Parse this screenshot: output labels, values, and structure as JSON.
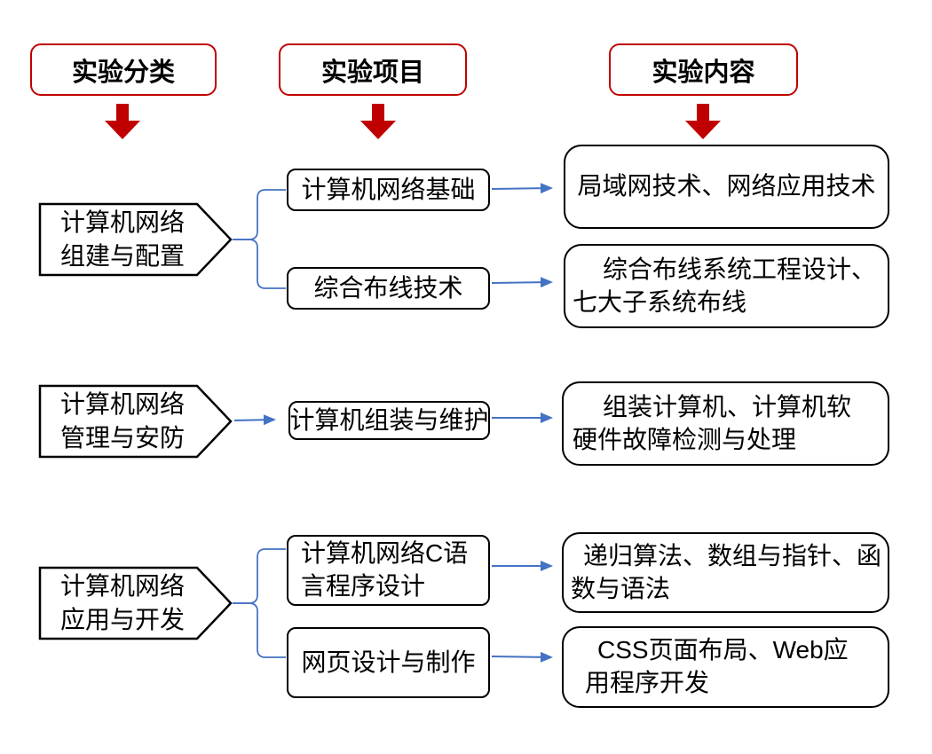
{
  "colors": {
    "header_border_red": "#C00000",
    "down_arrow_red": "#C00000",
    "connector_blue": "#4472C4",
    "shape_border": "#000000",
    "background": "#FFFFFF"
  },
  "headers": [
    {
      "label": "实验分类"
    },
    {
      "label": "实验项目"
    },
    {
      "label": "实验内容"
    }
  ],
  "groups": [
    {
      "category": "计算机网络\n组建与配置",
      "projects": [
        {
          "label": "计算机网络基础",
          "content": "局域网技术、网络应用技术"
        },
        {
          "label": "综合布线技术",
          "content": "综合布线系统工程设计、\n七大子系统布线"
        }
      ]
    },
    {
      "category": "计算机网络\n管理与安防",
      "projects": [
        {
          "label": "计算机组装与维护",
          "content": "组装计算机、计算机软\n硬件故障检测与处理"
        }
      ]
    },
    {
      "category": "计算机网络\n应用与开发",
      "projects": [
        {
          "label": "计算机网络C语\n言程序设计",
          "content": "递归算法、数组与指针、函\n数与语法"
        },
        {
          "label": "网页设计与制作",
          "content": "CSS页面布局、Web应\n用程序开发"
        }
      ]
    }
  ]
}
